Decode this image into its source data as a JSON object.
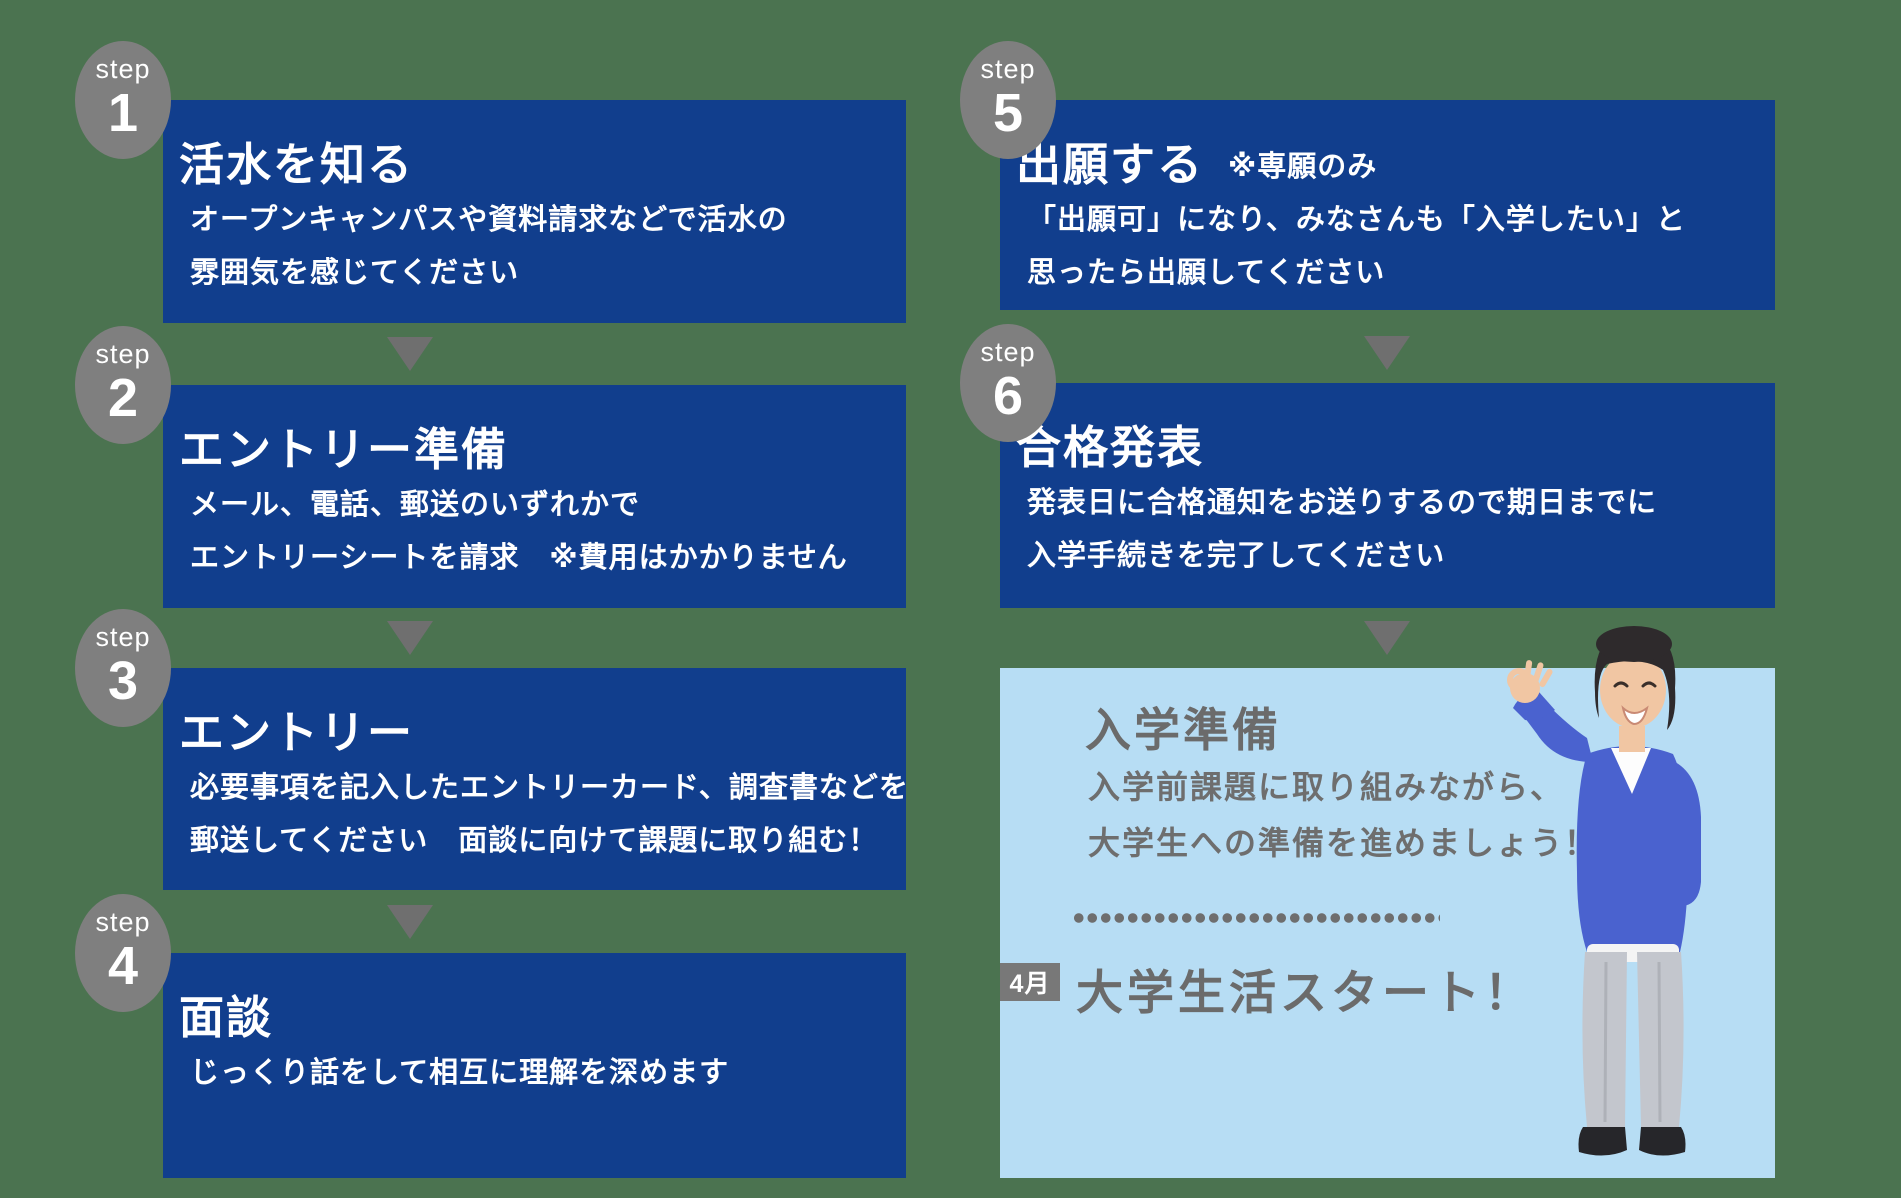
{
  "steps": [
    {
      "step_label": "step",
      "number": "1",
      "title": "活水を知る",
      "note": "",
      "lines": [
        "オープンキャンパスや資料請求などで活水の",
        "雰囲気を感じてください"
      ]
    },
    {
      "step_label": "step",
      "number": "2",
      "title": "エントリー準備",
      "note": "",
      "lines": [
        "メール、電話、郵送のいずれかで",
        "エントリーシートを請求　※費用はかかりません"
      ]
    },
    {
      "step_label": "step",
      "number": "3",
      "title": "エントリー",
      "note": "",
      "lines": [
        "必要事項を記入したエントリーカード、調査書などを",
        "郵送してください　面談に向けて課題に取り組む！"
      ]
    },
    {
      "step_label": "step",
      "number": "4",
      "title": "面談",
      "note": "",
      "lines": [
        "じっくり話をして相互に理解を深めます"
      ]
    },
    {
      "step_label": "step",
      "number": "5",
      "title": "出願する",
      "note": "※専願のみ",
      "lines": [
        "「出願可」になり、みなさんも「入学したい」と",
        "思ったら出願してください"
      ]
    },
    {
      "step_label": "step",
      "number": "6",
      "title": "合格発表",
      "note": "",
      "lines": [
        "発表日に合格通知をお送りするので期日までに",
        "入学手続きを完了してください"
      ]
    }
  ],
  "final": {
    "title": "入学準備",
    "lines": [
      "入学前課題に取り組みながら、",
      "大学生への準備を進めましょう！"
    ],
    "month_badge": "4月",
    "start_text": "大学生活スタート！"
  },
  "colors": {
    "background_green": "#4b7350",
    "box_blue": "#113e8d",
    "circle_gray": "#7f7f7f",
    "arrow_gray": "#6f6f6f",
    "final_box_light_blue": "#b7ddf4",
    "final_text_gray": "#6b6b6b",
    "badge_gray": "#787878",
    "text_white": "#ffffff"
  }
}
